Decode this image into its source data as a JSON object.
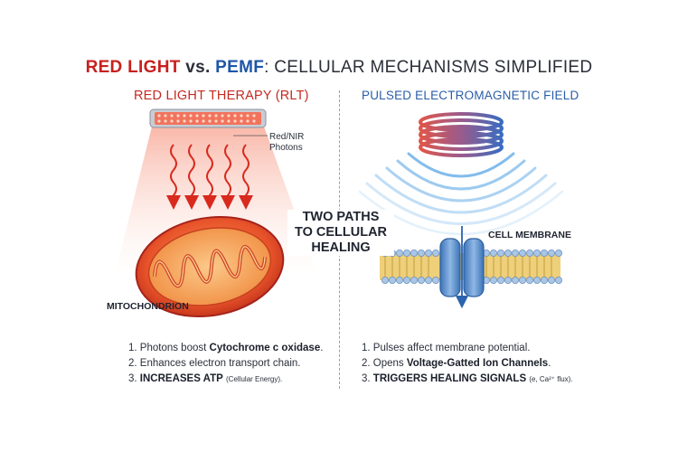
{
  "title": {
    "red": "RED LIGHT",
    "vs": " vs. ",
    "blue": "PEMF",
    "rest": ": CELLULAR MECHANISMS SIMPLIFIED"
  },
  "left": {
    "heading": "RED LIGHT THERAPY (RLT)",
    "photon_label": [
      "Red/NIR",
      "Photons"
    ],
    "mito_label": "MITOCHONDRION",
    "steps": [
      {
        "pre": "1. Photons boost ",
        "bold": "Cytochrome c oxidase",
        "post": ".",
        "small": ""
      },
      {
        "pre": "2. Enhances electron transport chain.",
        "bold": "",
        "post": "",
        "small": ""
      },
      {
        "pre": "3. ",
        "bold": "INCREASES ATP",
        "post": " ",
        "small": "(Cellular Energy)."
      }
    ]
  },
  "center": {
    "lines": [
      "TWO PATHS",
      "TO CELLULAR",
      "HEALING"
    ]
  },
  "right": {
    "heading": "PULSED ELECTROMAGNETIC FIELD",
    "membrane_label": "CELL MEMBRANE",
    "steps": [
      {
        "pre": "1. Pulses affect membrane potential.",
        "bold": "",
        "post": "",
        "small": ""
      },
      {
        "pre": "2. Opens ",
        "bold": "Voltage-Gatted Ion Channels",
        "post": ".",
        "small": ""
      },
      {
        "pre": "3. ",
        "bold": "TRIGGERS HEALING SIGNALS",
        "post": " ",
        "small": "(e, Ca²⁺ flux)."
      }
    ]
  },
  "colors": {
    "red_accent": "#c8201e",
    "blue_accent": "#1e56a8",
    "mito_orange": "#e8532a",
    "membrane_gold": "#e9c46a",
    "channel_blue": "#4f86c6"
  }
}
